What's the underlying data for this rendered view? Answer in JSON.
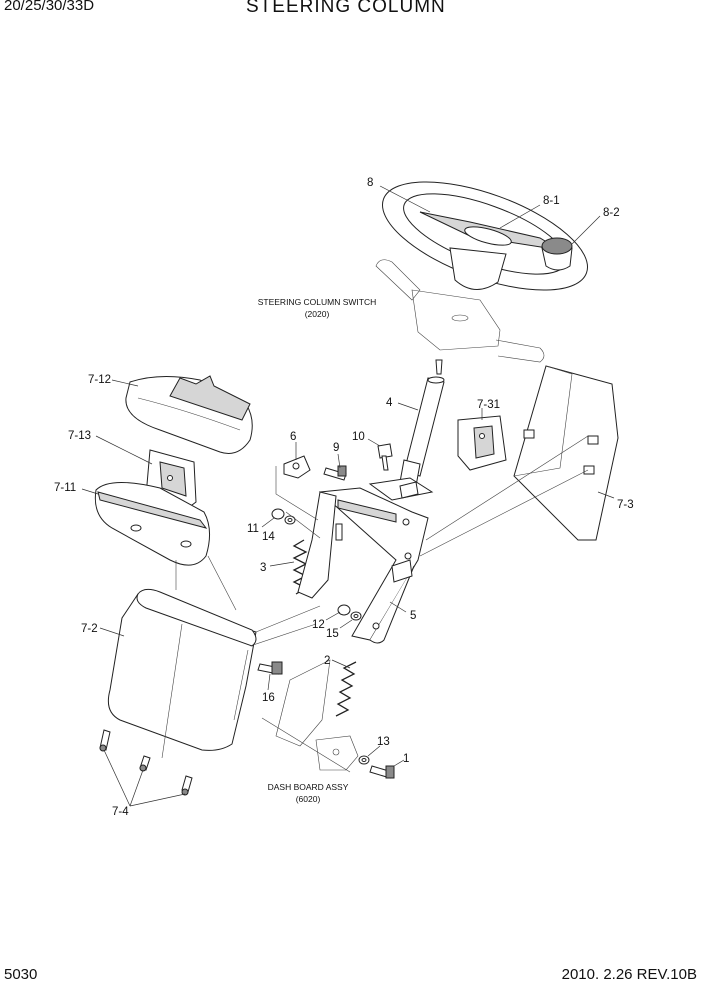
{
  "header": {
    "model": "20/25/30/33D",
    "title": "STEERING COLUMN"
  },
  "footer": {
    "page_number": "5030",
    "revision": "2010. 2.26 REV.10B"
  },
  "callouts": {
    "c8": "8",
    "c8_1": "8-1",
    "c8_2": "8-2",
    "c4": "4",
    "c7_31": "7-31",
    "c7_3": "7-3",
    "c7_12": "7-12",
    "c7_13": "7-13",
    "c7_11": "7-11",
    "c6": "6",
    "c9": "9",
    "c10": "10",
    "c11": "11",
    "c14": "14",
    "c3": "3",
    "c5": "5",
    "c12": "12",
    "c15": "15",
    "c2": "2",
    "c7_2": "7-2",
    "c16": "16",
    "c13": "13",
    "c1": "1",
    "c7_4": "7-4"
  },
  "references": {
    "steering_switch_name": "STEERING COLUMN SWITCH",
    "steering_switch_code": "(2020)",
    "dash_board_name": "DASH BOARD ASSY",
    "dash_board_code": "(6020)"
  }
}
